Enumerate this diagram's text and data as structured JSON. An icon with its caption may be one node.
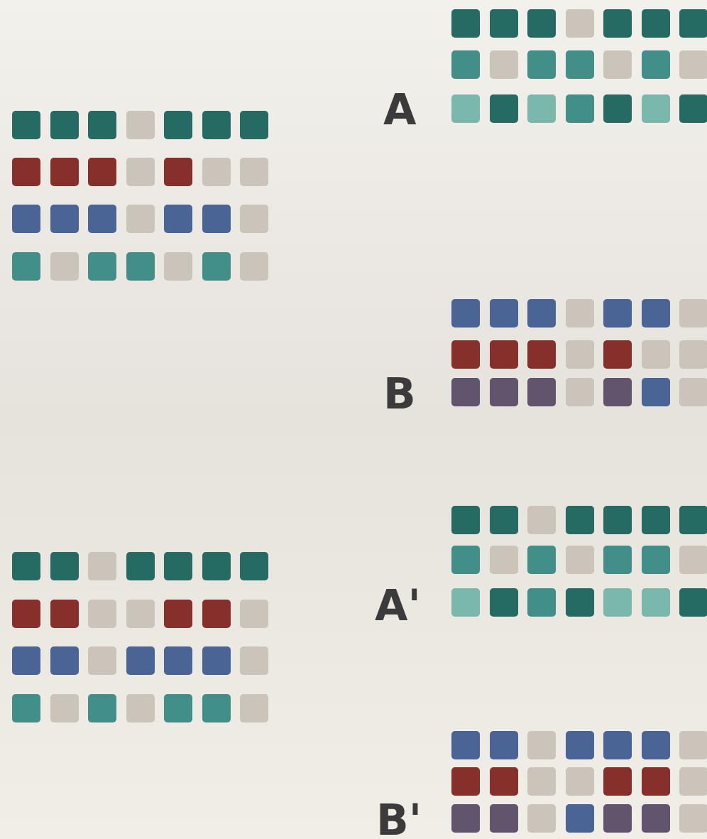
{
  "diagram": {
    "labels": [
      "A",
      "B",
      "A'",
      "B'"
    ]
  }
}
